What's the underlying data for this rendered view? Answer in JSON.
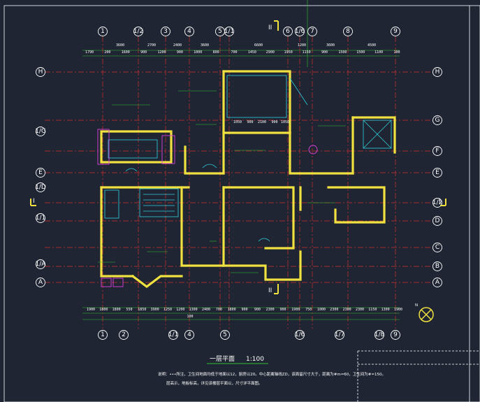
{
  "drawing": {
    "title": "一层平面",
    "scale": "1:100",
    "north_label": "N",
    "section_mark_top": "II",
    "section_mark_bottom": "II",
    "section_mark_left": "I",
    "section_mark_right": "I"
  },
  "axes": {
    "top": [
      "1",
      "1/2",
      "3",
      "4",
      "5",
      "1/1",
      "6",
      "1/6",
      "7",
      "8",
      "9"
    ],
    "bottom": [
      "1",
      "2",
      "1/1",
      "4",
      "5",
      "1/6",
      "1/7",
      "1/8",
      "9"
    ],
    "left": [
      "H",
      "1/G",
      "E",
      "1/D",
      "1/1",
      "1/A",
      "A"
    ],
    "right": [
      "H",
      "G",
      "F",
      "E",
      "1/2",
      "D",
      "C",
      "B",
      "A"
    ]
  },
  "dimensions": {
    "top_row1": [
      "3600",
      "2700",
      "2400",
      "3600",
      "6600",
      "1200",
      "3600",
      "4500"
    ],
    "top_row2": [
      "1790",
      "200",
      "1600",
      "900",
      "1200",
      "900",
      "1000",
      "800",
      "700",
      "1450",
      "2900",
      "1950",
      "1150",
      "900",
      "1500",
      "1500",
      "1100",
      "100"
    ],
    "bottom_row": [
      "1900",
      "1800",
      "1800",
      "550",
      "1850",
      "3900",
      "1250",
      "1200",
      "1300",
      "2400",
      "700",
      "1800",
      "900",
      "900",
      "2300",
      "900",
      "1900",
      "750",
      "1000",
      "2300",
      "2300",
      "2300",
      "1150",
      "1300",
      "1900"
    ],
    "bottom_extra": "100",
    "room_dims": [
      "1050",
      "900",
      "2100",
      "900",
      "1050"
    ]
  },
  "notes": [
    "说明：•••所注，卫生间地面均低于地面以12，厨房以20。中心距离轴线ZD，该面留尺寸大于，距离为#m=60，卫生间为#=150。",
    "层高示，地板标高，详见该楼层平面以，尺寸详平面图。"
  ]
}
